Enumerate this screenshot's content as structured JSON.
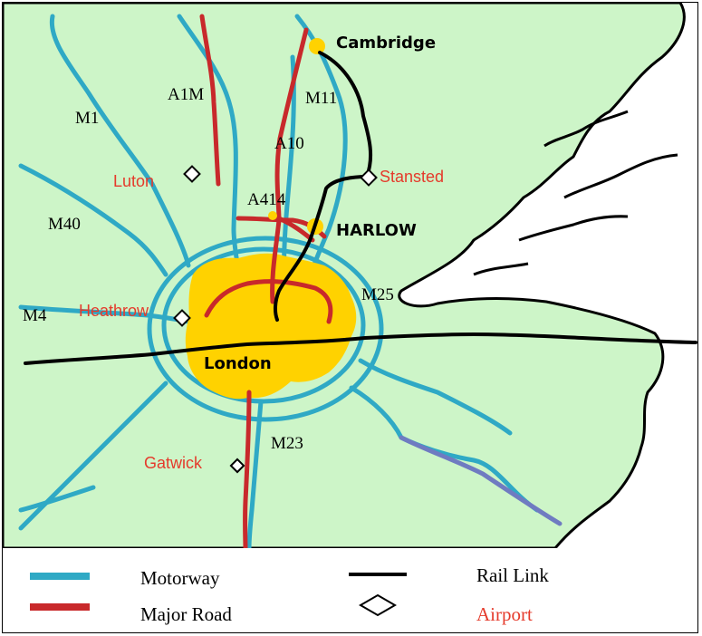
{
  "colors": {
    "land": "#cdf5c8",
    "sea": "#ffffff",
    "coast": "#000000",
    "motorway": "#2fa9c5",
    "major_road": "#c8292b",
    "rail": "#000000",
    "urban": "#ffd200",
    "airport_text": "#e53a2b",
    "estuary_road": "#6f7bc1"
  },
  "labels": {
    "cambridge": "Cambridge",
    "harlow": "HARLOW",
    "london": "London",
    "a1m": "A1M",
    "m1": "M1",
    "m11": "M11",
    "a10": "A10",
    "a414": "A414",
    "m40": "M40",
    "m4": "M4",
    "m25": "M25",
    "m23": "M23"
  },
  "airports": {
    "luton": "Luton",
    "stansted": "Stansted",
    "heathrow": "Heathrow",
    "gatwick": "Gatwick"
  },
  "legend": {
    "motorway": "Motorway",
    "major_road": "Major Road",
    "rail_link": "Rail Link",
    "airport": "Airport"
  },
  "icons": {
    "airport": "diamond-icon"
  }
}
